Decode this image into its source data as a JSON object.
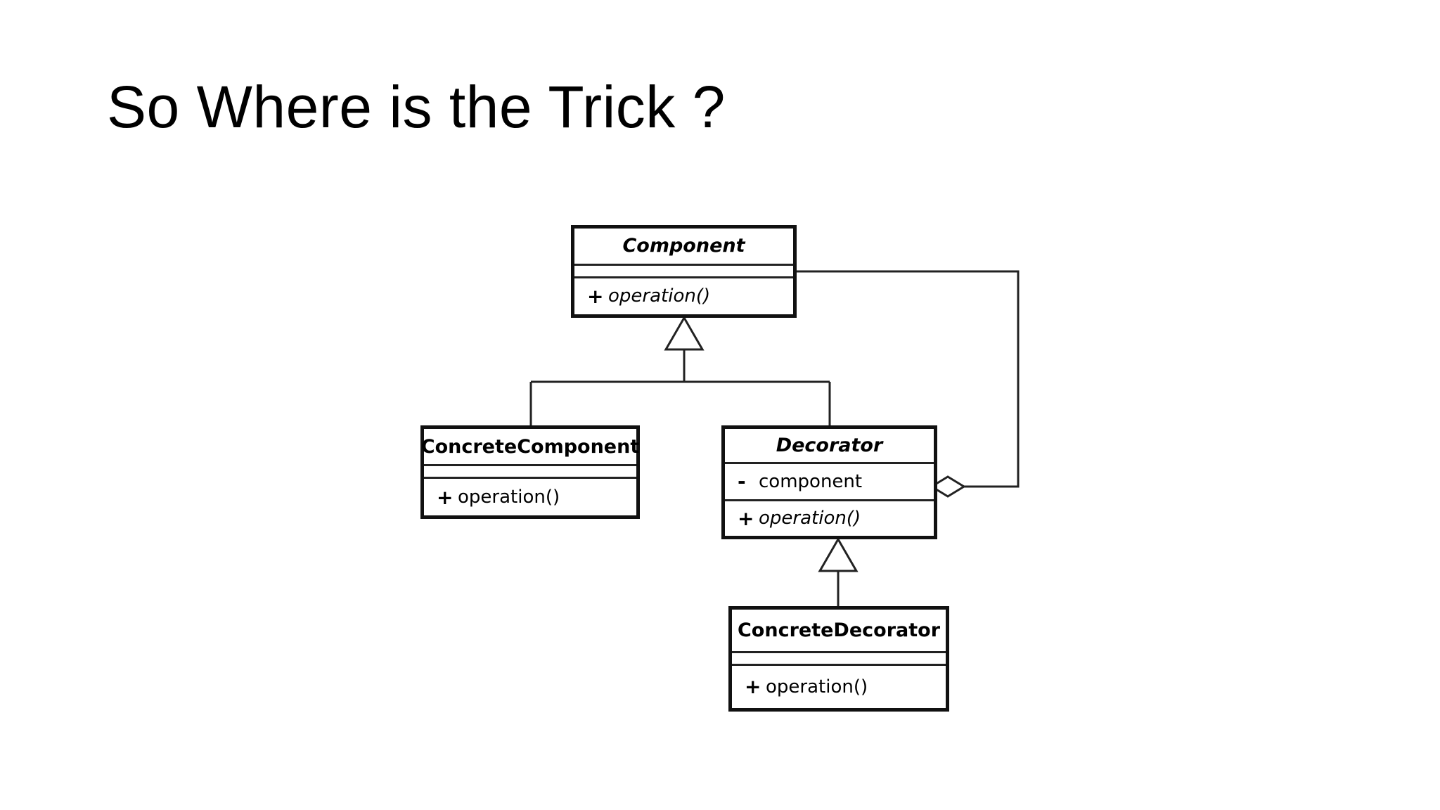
{
  "slide": {
    "title": "So Where is the Trick ?",
    "background_color": "#ffffff",
    "ink_color": "#000000"
  },
  "diagram": {
    "kind": "uml-class-diagram",
    "pattern": "Decorator",
    "classes": [
      {
        "id": "component",
        "name": "Component",
        "abstract": true,
        "attributes": [],
        "operations": [
          {
            "visibility": "+",
            "label": "operation()",
            "abstract": true
          }
        ]
      },
      {
        "id": "concrete-component",
        "name": "ConcreteComponent",
        "abstract": false,
        "attributes": [],
        "operations": [
          {
            "visibility": "+",
            "label": "operation()",
            "abstract": false
          }
        ]
      },
      {
        "id": "decorator",
        "name": "Decorator",
        "abstract": true,
        "attributes": [
          {
            "visibility": "-",
            "label": "component"
          }
        ],
        "operations": [
          {
            "visibility": "+",
            "label": "operation()",
            "abstract": true
          }
        ]
      },
      {
        "id": "concrete-decorator",
        "name": "ConcreteDecorator",
        "abstract": false,
        "attributes": [],
        "operations": [
          {
            "visibility": "+",
            "label": "operation()",
            "abstract": false
          }
        ]
      }
    ],
    "relationships": [
      {
        "type": "generalization",
        "from": "concrete-component",
        "to": "component"
      },
      {
        "type": "generalization",
        "from": "decorator",
        "to": "component"
      },
      {
        "type": "generalization",
        "from": "concrete-decorator",
        "to": "decorator"
      },
      {
        "type": "aggregation",
        "from": "decorator",
        "to": "component"
      }
    ]
  }
}
